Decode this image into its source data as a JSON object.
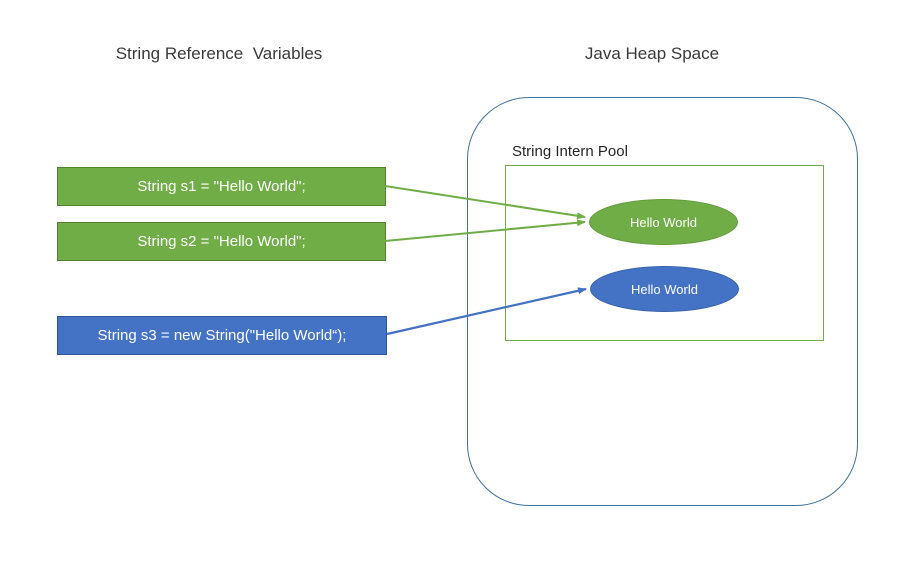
{
  "diagram": {
    "left_title": "String Reference  Variables",
    "right_title": "Java Heap Space",
    "intern_pool_label": "String Intern Pool",
    "boxes": [
      {
        "id": "s1",
        "label": "String s1 = \"Hello World\";",
        "fill": "#70AD47",
        "border": "#538135",
        "points_to": "intern-pool-string"
      },
      {
        "id": "s2",
        "label": "String s2 = \"Hello World\";",
        "fill": "#70AD47",
        "border": "#538135",
        "points_to": "intern-pool-string"
      },
      {
        "id": "s3",
        "label": "String s3 = new String(\"Hello World“);",
        "fill": "#4472C4",
        "border": "#2F5597",
        "points_to": "heap-string-object"
      }
    ],
    "pool_object": {
      "label": "Hello World",
      "fill": "#70AD47"
    },
    "heap_object": {
      "label": "Hello World",
      "fill": "#4472C4"
    },
    "colors": {
      "green_fill": "#70AD47",
      "green_border": "#538135",
      "blue_fill": "#4472C4",
      "blue_border": "#2F5597",
      "heap_outline": "#41719C",
      "pool_outline": "#70AD47",
      "arrow_green": "#70AD47",
      "arrow_blue": "#4472C4",
      "title_text": "#3a3a3a"
    }
  }
}
